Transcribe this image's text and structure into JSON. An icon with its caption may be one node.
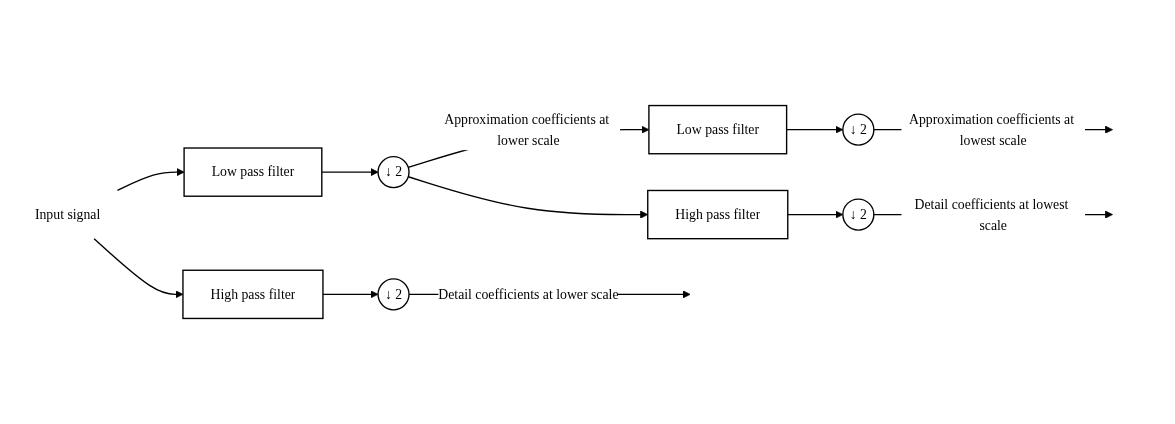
{
  "diagram": {
    "nodes": [
      {
        "text": [
          "Input signal"
        ]
      },
      {
        "text": [
          "Low pass filter"
        ]
      },
      {
        "text": [
          "↓ 2"
        ]
      },
      {
        "text": [
          "High pass filter"
        ]
      },
      {
        "text": [
          "↓ 2"
        ]
      },
      {
        "text": [
          "Low pass filter"
        ]
      },
      {
        "text": [
          "↓ 2"
        ]
      },
      {
        "text": [
          "High pass filter"
        ]
      },
      {
        "text": [
          "↓ 2"
        ]
      }
    ],
    "edges": [
      {
        "from": 0,
        "to": 1,
        "arrow": "to"
      },
      {
        "from": 0,
        "to": 3,
        "arrow": "to"
      },
      {
        "from": 1,
        "to": 2,
        "arrow": "to"
      },
      {
        "from": 3,
        "to": 4,
        "arrow": "to"
      },
      {
        "from": 2,
        "to": 5,
        "arrow": "to",
        "label": "Approximation coefficients at lower scale"
      },
      {
        "from": 2,
        "to": 7,
        "arrow": "to"
      },
      {
        "from": 5,
        "to": 6,
        "arrow": "to"
      },
      {
        "from": 7,
        "to": 8,
        "arrow": "to"
      },
      {
        "from": 6,
        "to": null,
        "arrow": "to",
        "label": "Approximation coefficients at lowest scale"
      },
      {
        "from": 8,
        "to": null,
        "arrow": "to",
        "label": "Detail coefficients at lowest scale"
      },
      {
        "from": 4,
        "to": null,
        "arrow": "to",
        "label": "Detail coefficients at lower scale"
      }
    ]
  }
}
